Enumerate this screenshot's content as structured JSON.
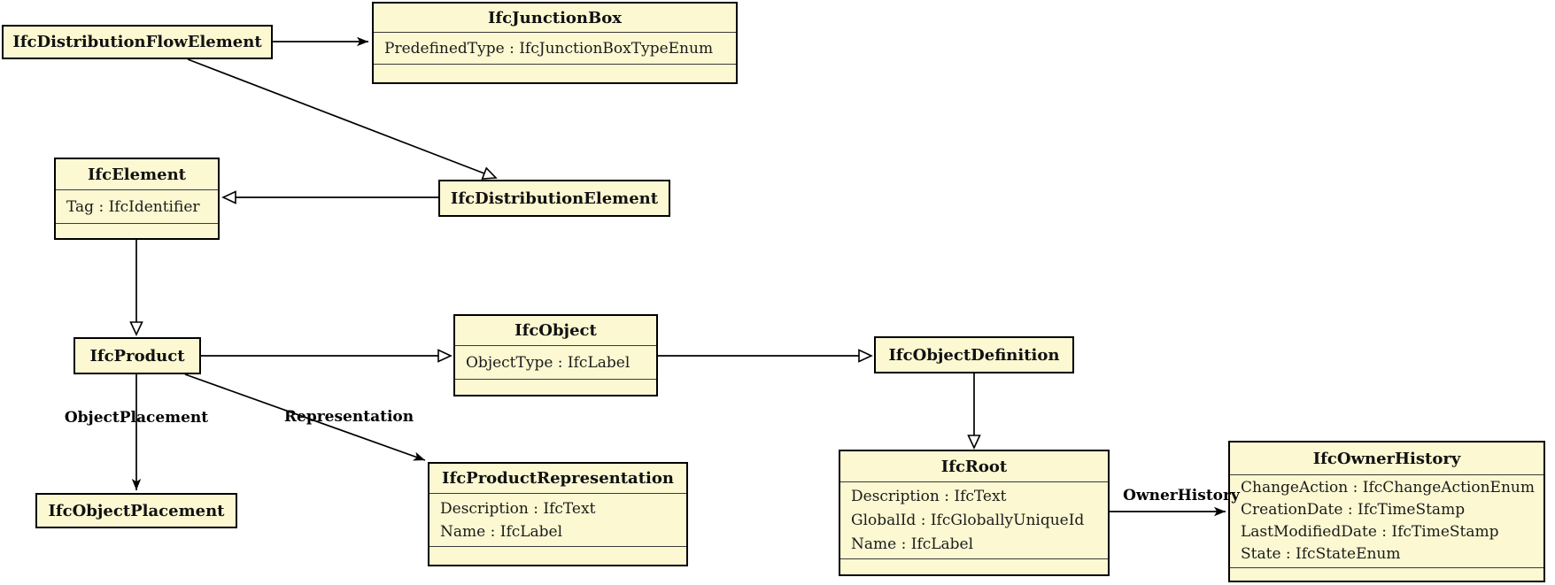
{
  "diagram": {
    "kind": "uml-class-diagram",
    "colors": {
      "class_fill": "#FBF8D2",
      "border": "#000000",
      "background": "#FFFFFF"
    },
    "classes": [
      {
        "name": "IfcDistributionFlowElement",
        "attributes": []
      },
      {
        "name": "IfcJunctionBox",
        "attributes": [
          "PredefinedType : IfcJunctionBoxTypeEnum"
        ]
      },
      {
        "name": "IfcElement",
        "attributes": [
          "Tag : IfcIdentifier"
        ]
      },
      {
        "name": "IfcDistributionElement",
        "attributes": []
      },
      {
        "name": "IfcProduct",
        "attributes": []
      },
      {
        "name": "IfcObject",
        "attributes": [
          "ObjectType : IfcLabel"
        ]
      },
      {
        "name": "IfcObjectDefinition",
        "attributes": []
      },
      {
        "name": "IfcRoot",
        "attributes": [
          "Description : IfcText",
          "GlobalId : IfcGloballyUniqueId",
          "Name : IfcLabel"
        ]
      },
      {
        "name": "IfcOwnerHistory",
        "attributes": [
          "ChangeAction : IfcChangeActionEnum",
          "CreationDate : IfcTimeStamp",
          "LastModifiedDate : IfcTimeStamp",
          "State : IfcStateEnum"
        ]
      },
      {
        "name": "IfcObjectPlacement",
        "attributes": []
      },
      {
        "name": "IfcProductRepresentation",
        "attributes": [
          "Description : IfcText",
          "Name : IfcLabel"
        ]
      }
    ],
    "edge_labels": {
      "object_placement": "ObjectPlacement",
      "representation": "Representation",
      "owner_history": "OwnerHistory"
    },
    "relations": [
      {
        "type": "association",
        "from": "IfcDistributionFlowElement",
        "to": "IfcJunctionBox",
        "label": ""
      },
      {
        "type": "generalization",
        "from": "IfcDistributionFlowElement",
        "to": "IfcDistributionElement",
        "label": ""
      },
      {
        "type": "generalization",
        "from": "IfcDistributionElement",
        "to": "IfcElement",
        "label": ""
      },
      {
        "type": "generalization",
        "from": "IfcElement",
        "to": "IfcProduct",
        "label": ""
      },
      {
        "type": "generalization",
        "from": "IfcProduct",
        "to": "IfcObject",
        "label": ""
      },
      {
        "type": "generalization",
        "from": "IfcObject",
        "to": "IfcObjectDefinition",
        "label": ""
      },
      {
        "type": "generalization",
        "from": "IfcObjectDefinition",
        "to": "IfcRoot",
        "label": ""
      },
      {
        "type": "association",
        "from": "IfcRoot",
        "to": "IfcOwnerHistory",
        "label": "OwnerHistory"
      },
      {
        "type": "association",
        "from": "IfcProduct",
        "to": "IfcObjectPlacement",
        "label": "ObjectPlacement"
      },
      {
        "type": "association",
        "from": "IfcProduct",
        "to": "IfcProductRepresentation",
        "label": "Representation"
      }
    ]
  }
}
